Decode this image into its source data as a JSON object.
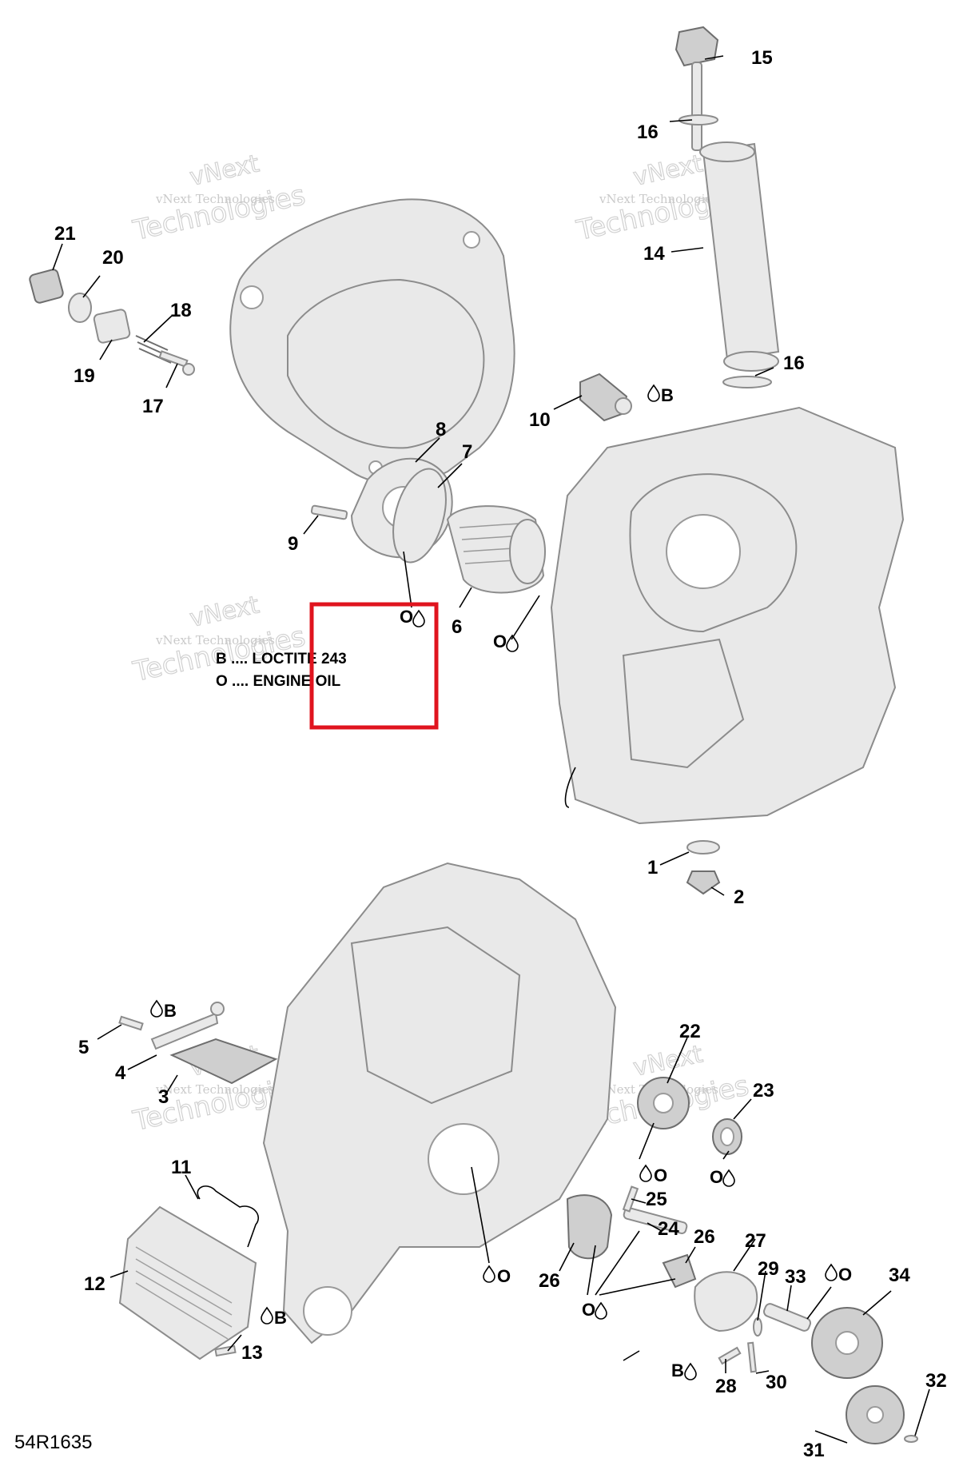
{
  "diagram": {
    "drawing_code": "54R1635",
    "legend": [
      {
        "key": "B",
        "text": "LOCTITE 243",
        "separator": " .... "
      },
      {
        "key": "O",
        "text": "ENGINE OIL",
        "separator": " .... "
      }
    ],
    "watermark": {
      "line1": "vNext Technologies",
      "line2": "vNext",
      "line3": "Technologies"
    },
    "callout_numbers": [
      "1",
      "2",
      "3",
      "4",
      "5",
      "6",
      "7",
      "8",
      "9",
      "10",
      "11",
      "12",
      "13",
      "14",
      "15",
      "16",
      "17",
      "18",
      "19",
      "20",
      "21",
      "22",
      "23",
      "24",
      "25",
      "26",
      "27",
      "28",
      "29",
      "30",
      "31",
      "32",
      "33",
      "34"
    ],
    "lubricant_tags": {
      "oil": "O",
      "loctite": "B"
    },
    "colors": {
      "highlight": "#e0141e",
      "part_fill": "#e9e9e9",
      "outline": "#8c8c8c"
    }
  }
}
